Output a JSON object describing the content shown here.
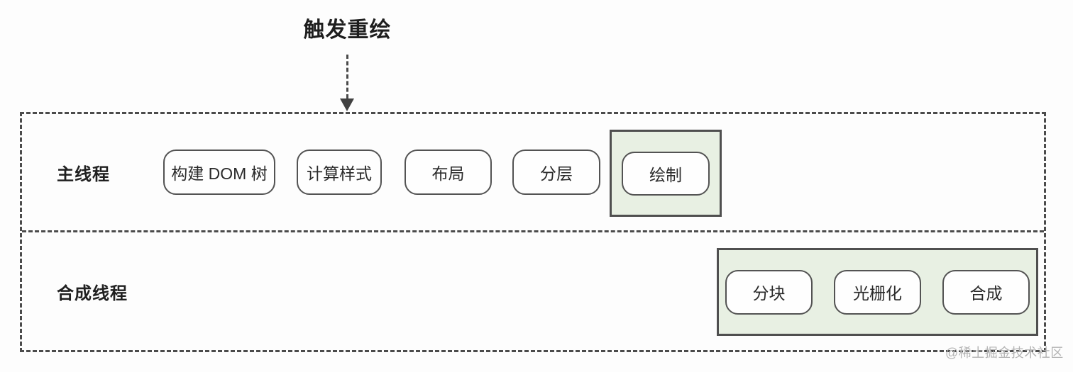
{
  "title": "触发重绘",
  "watermark": "@稀土掘金技术社区",
  "colors": {
    "background": "#fdfdfd",
    "dashed_border": "#4b4b4b",
    "pill_border": "#535353",
    "highlight_fill": "#e8f0e3",
    "highlight_border": "#4f4f4f",
    "text": "#262626",
    "watermark": "#b3b3b3"
  },
  "rows": [
    {
      "label": "主线程",
      "steps": [
        "构建 DOM 树",
        "计算样式",
        "布局",
        "分层",
        "绘制"
      ],
      "highlighted_steps": [
        "绘制"
      ]
    },
    {
      "label": "合成线程",
      "steps": [
        "分块",
        "光栅化",
        "合成"
      ],
      "highlighted_steps": [
        "分块",
        "光栅化",
        "合成"
      ]
    }
  ]
}
